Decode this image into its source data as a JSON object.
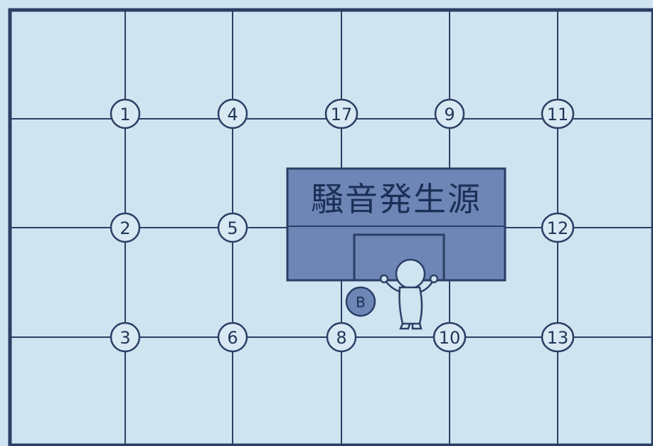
{
  "colors": {
    "background": "#cfe4f0",
    "line": "#2b3f66",
    "frame": "#2b3f66",
    "source_fill": "#6d86b6",
    "marker_fill": "#6d86b6",
    "node_fill": "#d8e9f3"
  },
  "nodes": [
    "1",
    "4",
    "17",
    "9",
    "11",
    "2",
    "5",
    "12",
    "3",
    "6",
    "8",
    "10",
    "13"
  ],
  "noise_source": {
    "label": "騒音発生源"
  },
  "marker": {
    "label": "B",
    "icon": "person-figure-icon"
  }
}
